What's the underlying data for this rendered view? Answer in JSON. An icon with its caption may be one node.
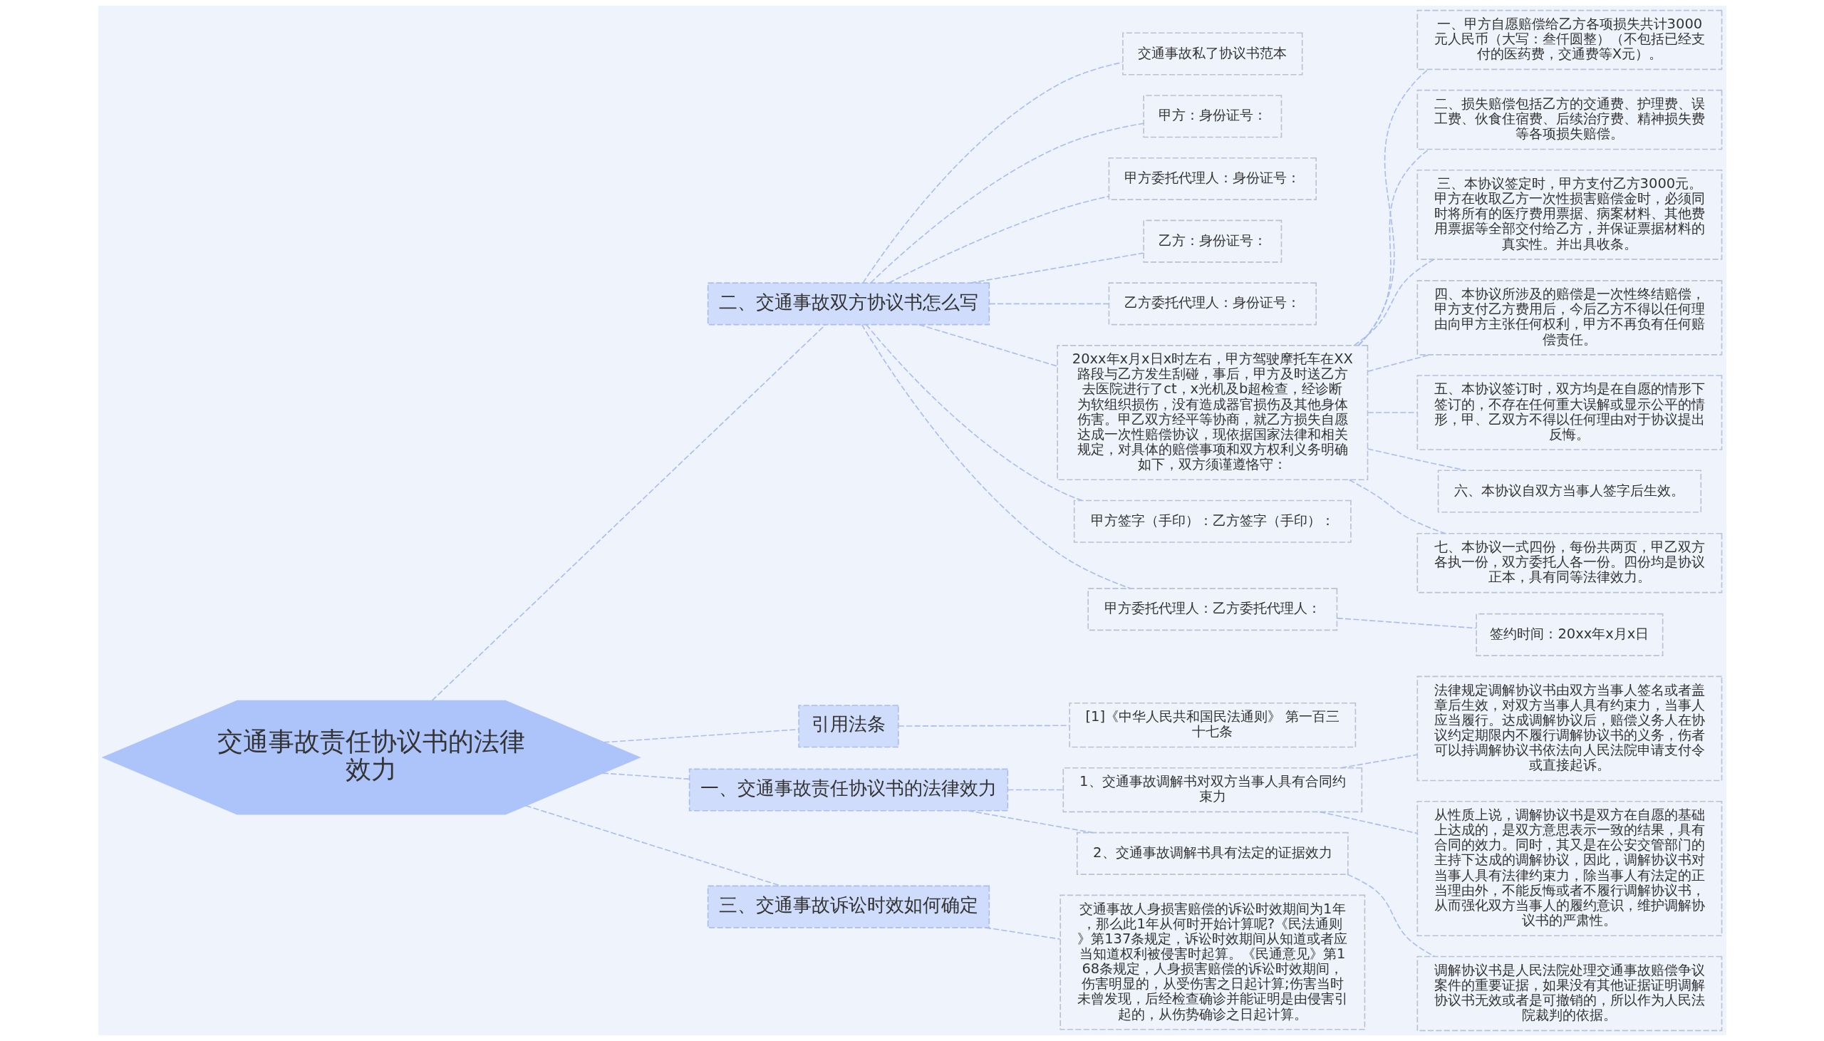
{
  "diagram": {
    "nodes": [
      {
        "text": [
          "交通事故责任协议书的法律效力"
        ]
      },
      {
        "text": [
          "二、交通事故双方协议书怎么写"
        ]
      },
      {
        "text": [
          "交通事故私了协议书范本"
        ]
      },
      {
        "text": [
          "甲方：身份证号："
        ]
      },
      {
        "text": [
          "甲方委托代理人：身份证号："
        ]
      },
      {
        "text": [
          "乙方：身份证号："
        ]
      },
      {
        "text": [
          "乙方委托代理人：身份证号："
        ]
      },
      {
        "text": [
          "20xx年x月x日x时左右，甲方驾驶摩托车在XX路段与乙方发生刮碰，事后，甲方及时送乙方去医院进行了ct，x光机及b超检查，经诊断为软组织损伤，没有造成器官损伤及其他身体伤害。甲乙双方经平等协商，就乙方损失自愿达成一次性赔偿协议，现依据国家法律和相关规定，对具体的赔偿事项和双方权利义务明确如下，双方须谨遵恪守："
        ]
      },
      {
        "text": [
          "一、甲方自愿赔偿给乙方各项损失共计3000元人民币（大写：叁仟圆整）（不包括已经支付的医药费，交通费等X元）。"
        ]
      },
      {
        "text": [
          "二、损失赔偿包括乙方的交通费、护理费、误工费、伙食住宿费、后续治疗费、精神损失费等各项损失赔偿。"
        ]
      },
      {
        "text": [
          "三、本协议签定时，甲方支付乙方3000元。甲方在收取乙方一次性损害赔偿金时，必须同时将所有的医疗费用票据、病案材料、其他费用票据等全部交付给乙方，并保证票据材料的真实性。并出具收条。"
        ]
      },
      {
        "text": [
          "四、本协议所涉及的赔偿是一次性终结赔偿，甲方支付乙方费用后，今后乙方不得以任何理由向甲方主张任何权利，甲方不再负有任何赔偿责任。"
        ]
      },
      {
        "text": [
          "五、本协议签订时，双方均是在自愿的情形下签订的，不存在任何重大误解或显示公平的情形，甲、乙双方不得以任何理由对于协议提出反悔。"
        ]
      },
      {
        "text": [
          "六、本协议自双方当事人签字后生效。"
        ]
      },
      {
        "text": [
          "七、本协议一式四份，每份共两页，甲乙双方各执一份，双方委托人各一份。四份均是协议正本，具有同等法律效力。"
        ]
      },
      {
        "text": [
          "甲方签字（手印）：乙方签字（手印）："
        ]
      },
      {
        "text": [
          "甲方委托代理人：乙方委托代理人："
        ]
      },
      {
        "text": [
          "签约时间：20xx年x月x日"
        ]
      },
      {
        "text": [
          "引用法条"
        ]
      },
      {
        "text": [
          "[1]《中华人民共和国民法通则》 第一百三十七条"
        ]
      },
      {
        "text": [
          "一、交通事故责任协议书的法律效力"
        ]
      },
      {
        "text": [
          "1、交通事故调解书对双方当事人具有合同约束力"
        ]
      },
      {
        "text": [
          "法律规定调解协议书由双方当事人签名或者盖章后生效，对双方当事人具有约束力，当事人应当履行。达成调解协议后，赔偿义务人在协议约定期限内不履行调解协议书的义务，伤者可以持调解协议书依法向人民法院申请支付令或直接起诉。"
        ]
      },
      {
        "text": [
          "从性质上说，调解协议书是双方在自愿的基础上达成的，是双方意思表示一致的结果，具有合同的效力。同时，其又是在公安交管部门的主持下达成的调解协议，因此，调解协议书对当事人具有法律约束力，除当事人有法定的正当理由外，不能反悔或者不履行调解协议书，从而强化双方当事人的履约意识，维护调解协议书的严肃性。"
        ]
      },
      {
        "text": [
          "2、交通事故调解书具有法定的证据效力"
        ]
      },
      {
        "text": [
          "调解协议书是人民法院处理交通事故赔偿争议案件的重要证据，如果没有其他证据证明调解协议书无效或者是可撤销的，所以作为人民法院裁判的依据。"
        ]
      },
      {
        "text": [
          "三、交通事故诉讼时效如何确定"
        ]
      },
      {
        "text": [
          "交通事故人身损害赔偿的诉讼时效期间为1年，那么此1年从何时开始计算呢?《民法通则》第137条规定，诉讼时效期间从知道或者应当知道权利被侵害时起算。《民通意见》第168条规定，人身损害赔偿的诉讼时效期间，伤害明显的，从受伤害之日起计算;伤害当时未曾发现，后经检查确诊并能证明是由侵害引起的，从伤势确诊之日起计算。"
        ]
      }
    ],
    "edges": [
      {
        "from": 0,
        "to": 1,
        "arrow": "none",
        "style": "dashed"
      },
      {
        "from": 1,
        "to": 2,
        "arrow": "none",
        "style": "dashed"
      },
      {
        "from": 1,
        "to": 3,
        "arrow": "none",
        "style": "dashed"
      },
      {
        "from": 1,
        "to": 4,
        "arrow": "none",
        "style": "dashed"
      },
      {
        "from": 1,
        "to": 5,
        "arrow": "none",
        "style": "dashed"
      },
      {
        "from": 1,
        "to": 6,
        "arrow": "none",
        "style": "dashed"
      },
      {
        "from": 1,
        "to": 7,
        "arrow": "none",
        "style": "dashed"
      },
      {
        "from": 7,
        "to": 8,
        "arrow": "none",
        "style": "dashed"
      },
      {
        "from": 7,
        "to": 9,
        "arrow": "none",
        "style": "dashed"
      },
      {
        "from": 7,
        "to": 10,
        "arrow": "none",
        "style": "dashed"
      },
      {
        "from": 7,
        "to": 11,
        "arrow": "none",
        "style": "dashed"
      },
      {
        "from": 7,
        "to": 12,
        "arrow": "none",
        "style": "dashed"
      },
      {
        "from": 7,
        "to": 13,
        "arrow": "none",
        "style": "dashed"
      },
      {
        "from": 7,
        "to": 14,
        "arrow": "none",
        "style": "dashed"
      },
      {
        "from": 1,
        "to": 15,
        "arrow": "none",
        "style": "dashed"
      },
      {
        "from": 1,
        "to": 16,
        "arrow": "none",
        "style": "dashed"
      },
      {
        "from": 16,
        "to": 17,
        "arrow": "none",
        "style": "dashed"
      },
      {
        "from": 0,
        "to": 18,
        "arrow": "none",
        "style": "dashed"
      },
      {
        "from": 18,
        "to": 19,
        "arrow": "none",
        "style": "dashed"
      },
      {
        "from": 0,
        "to": 20,
        "arrow": "none",
        "style": "dashed"
      },
      {
        "from": 20,
        "to": 21,
        "arrow": "none",
        "style": "dashed"
      },
      {
        "from": 21,
        "to": 22,
        "arrow": "none",
        "style": "dashed"
      },
      {
        "from": 21,
        "to": 23,
        "arrow": "none",
        "style": "dashed"
      },
      {
        "from": 20,
        "to": 24,
        "arrow": "none",
        "style": "dashed"
      },
      {
        "from": 24,
        "to": 25,
        "arrow": "none",
        "style": "dashed"
      },
      {
        "from": 0,
        "to": 26,
        "arrow": "none",
        "style": "dashed"
      },
      {
        "from": 26,
        "to": 27,
        "arrow": "none",
        "style": "dashed"
      }
    ]
  }
}
